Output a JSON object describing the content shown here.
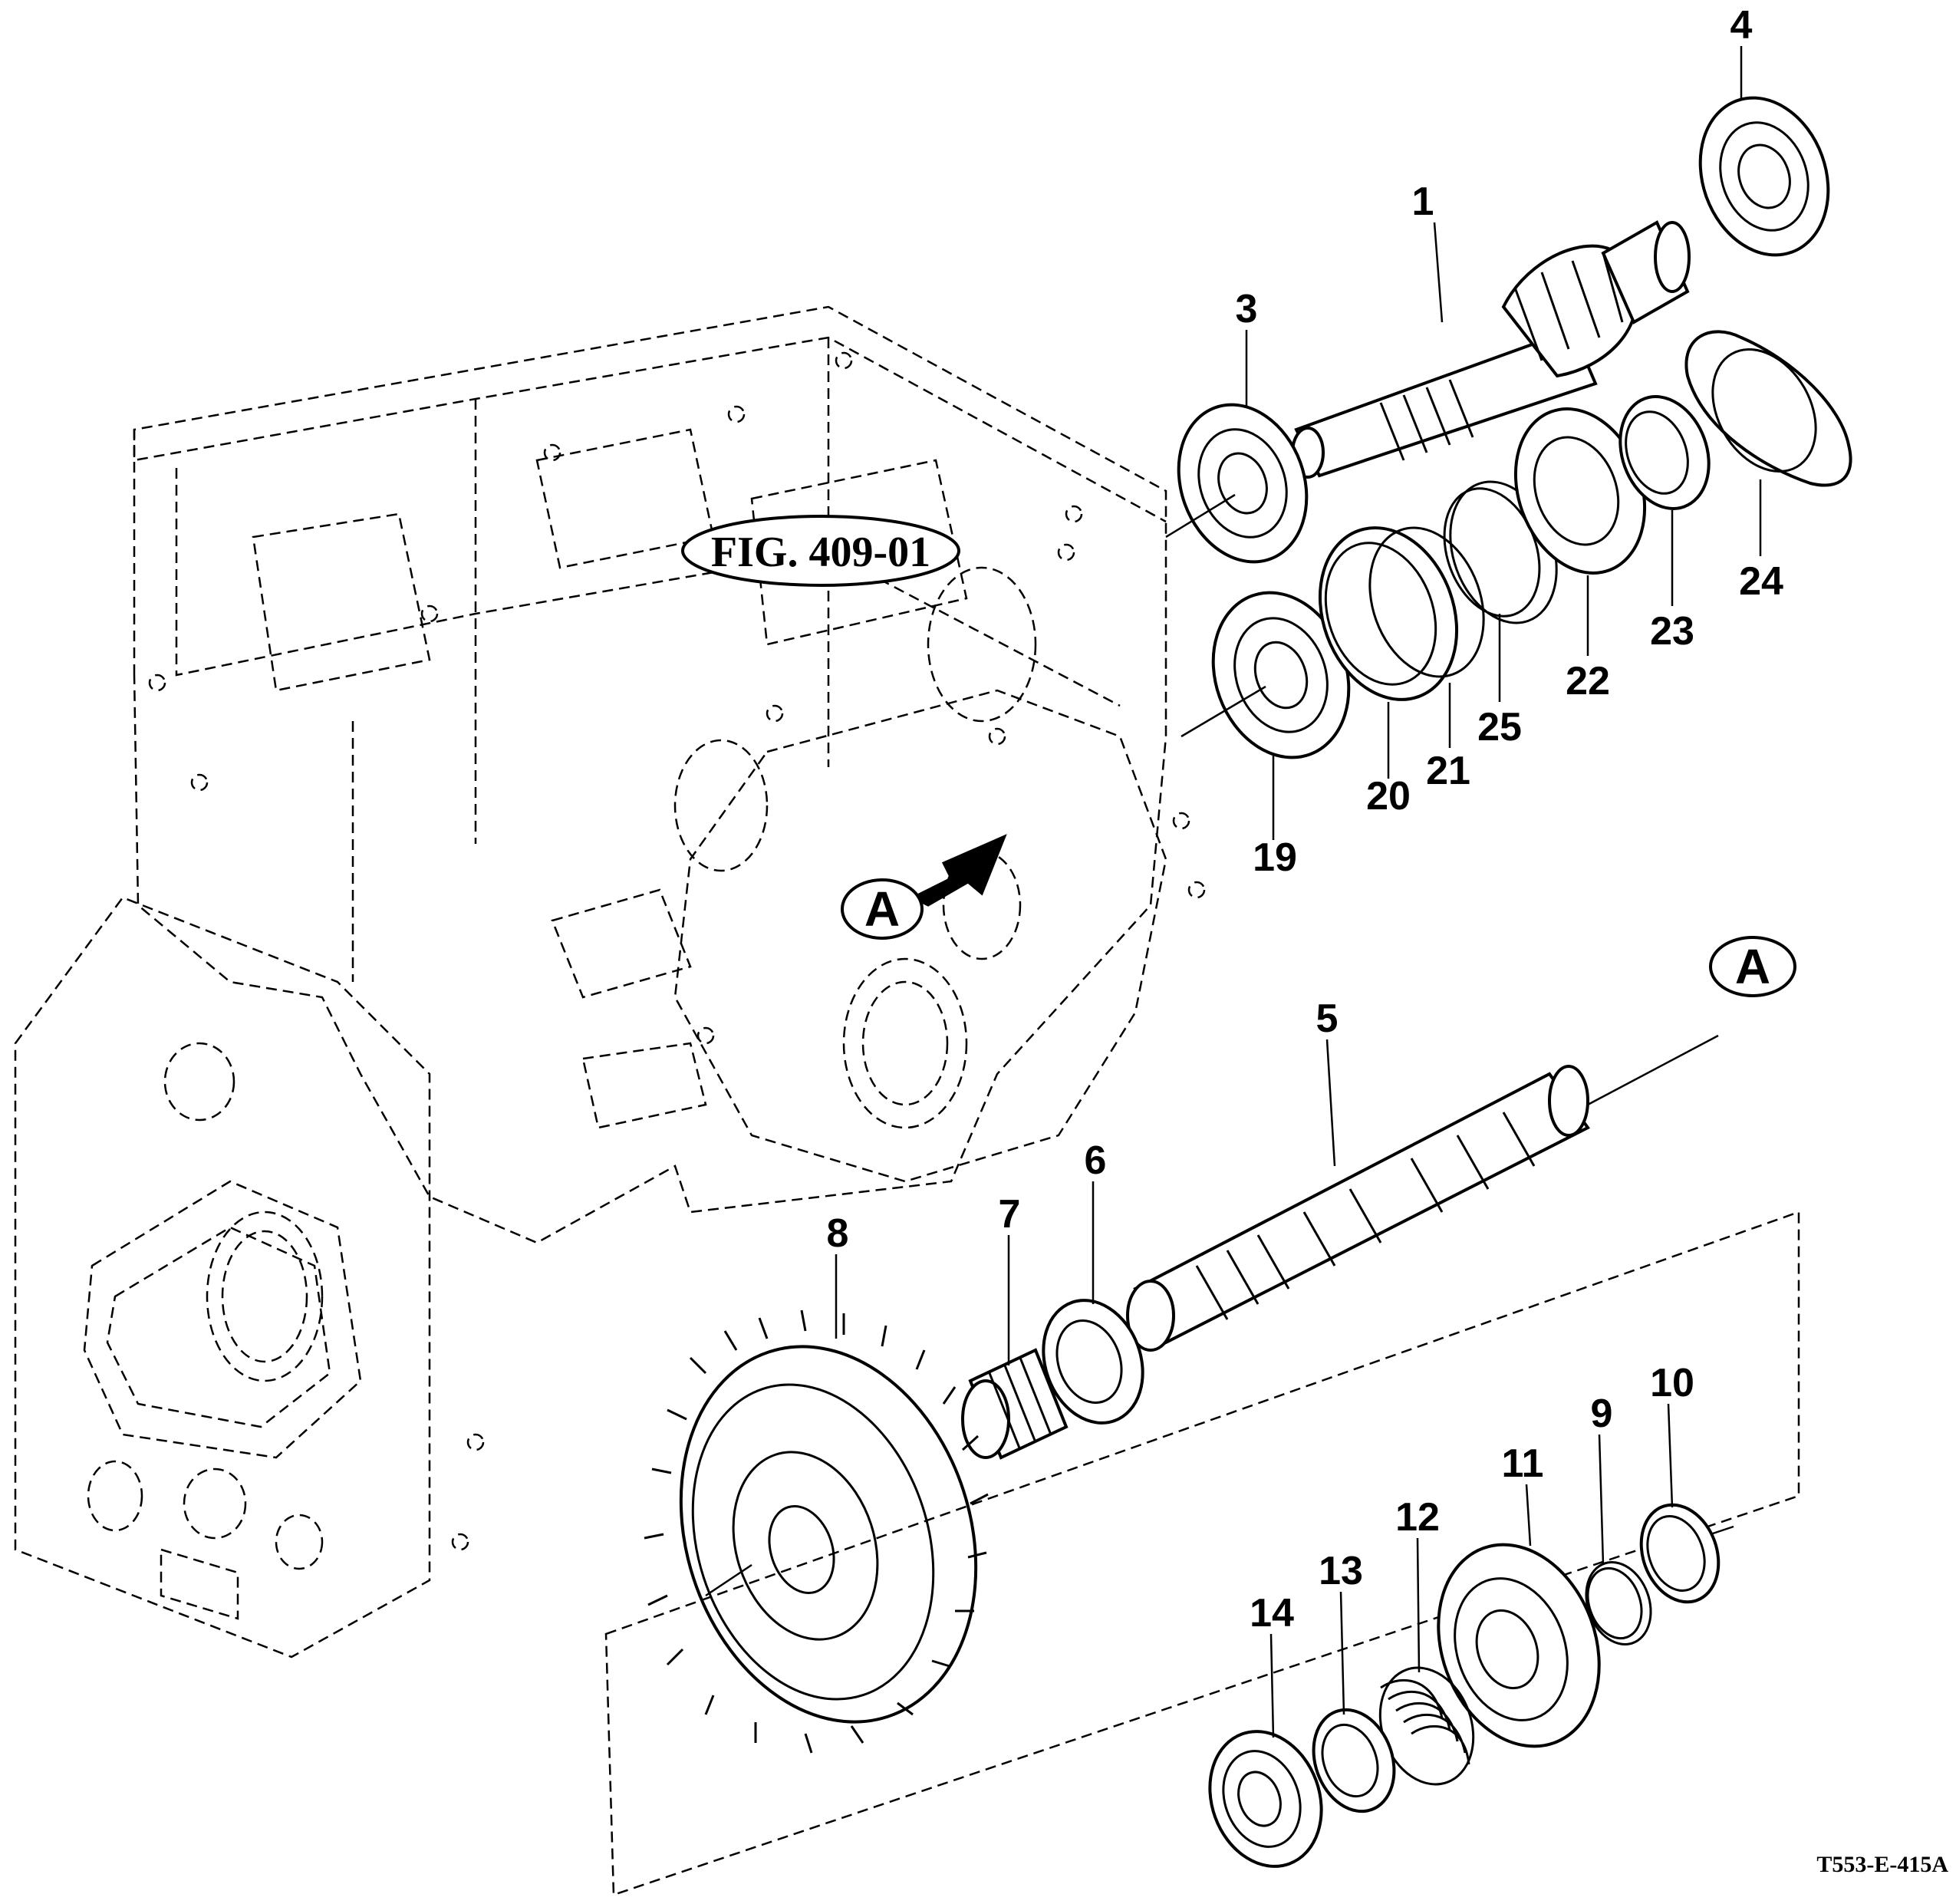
{
  "figure_reference": "FIG. 409-01",
  "drawing_id": "T553-E-415A",
  "view_markers": [
    "A",
    "A"
  ],
  "callouts": [
    {
      "label": "1"
    },
    {
      "label": "3"
    },
    {
      "label": "4"
    },
    {
      "label": "5"
    },
    {
      "label": "6"
    },
    {
      "label": "7"
    },
    {
      "label": "8"
    },
    {
      "label": "9"
    },
    {
      "label": "10"
    },
    {
      "label": "11"
    },
    {
      "label": "12"
    },
    {
      "label": "13"
    },
    {
      "label": "14"
    },
    {
      "label": "19"
    },
    {
      "label": "20"
    },
    {
      "label": "21"
    },
    {
      "label": "22"
    },
    {
      "label": "23"
    },
    {
      "label": "24"
    },
    {
      "label": "25"
    }
  ],
  "colors": {
    "line": "#000000",
    "background": "#ffffff"
  }
}
